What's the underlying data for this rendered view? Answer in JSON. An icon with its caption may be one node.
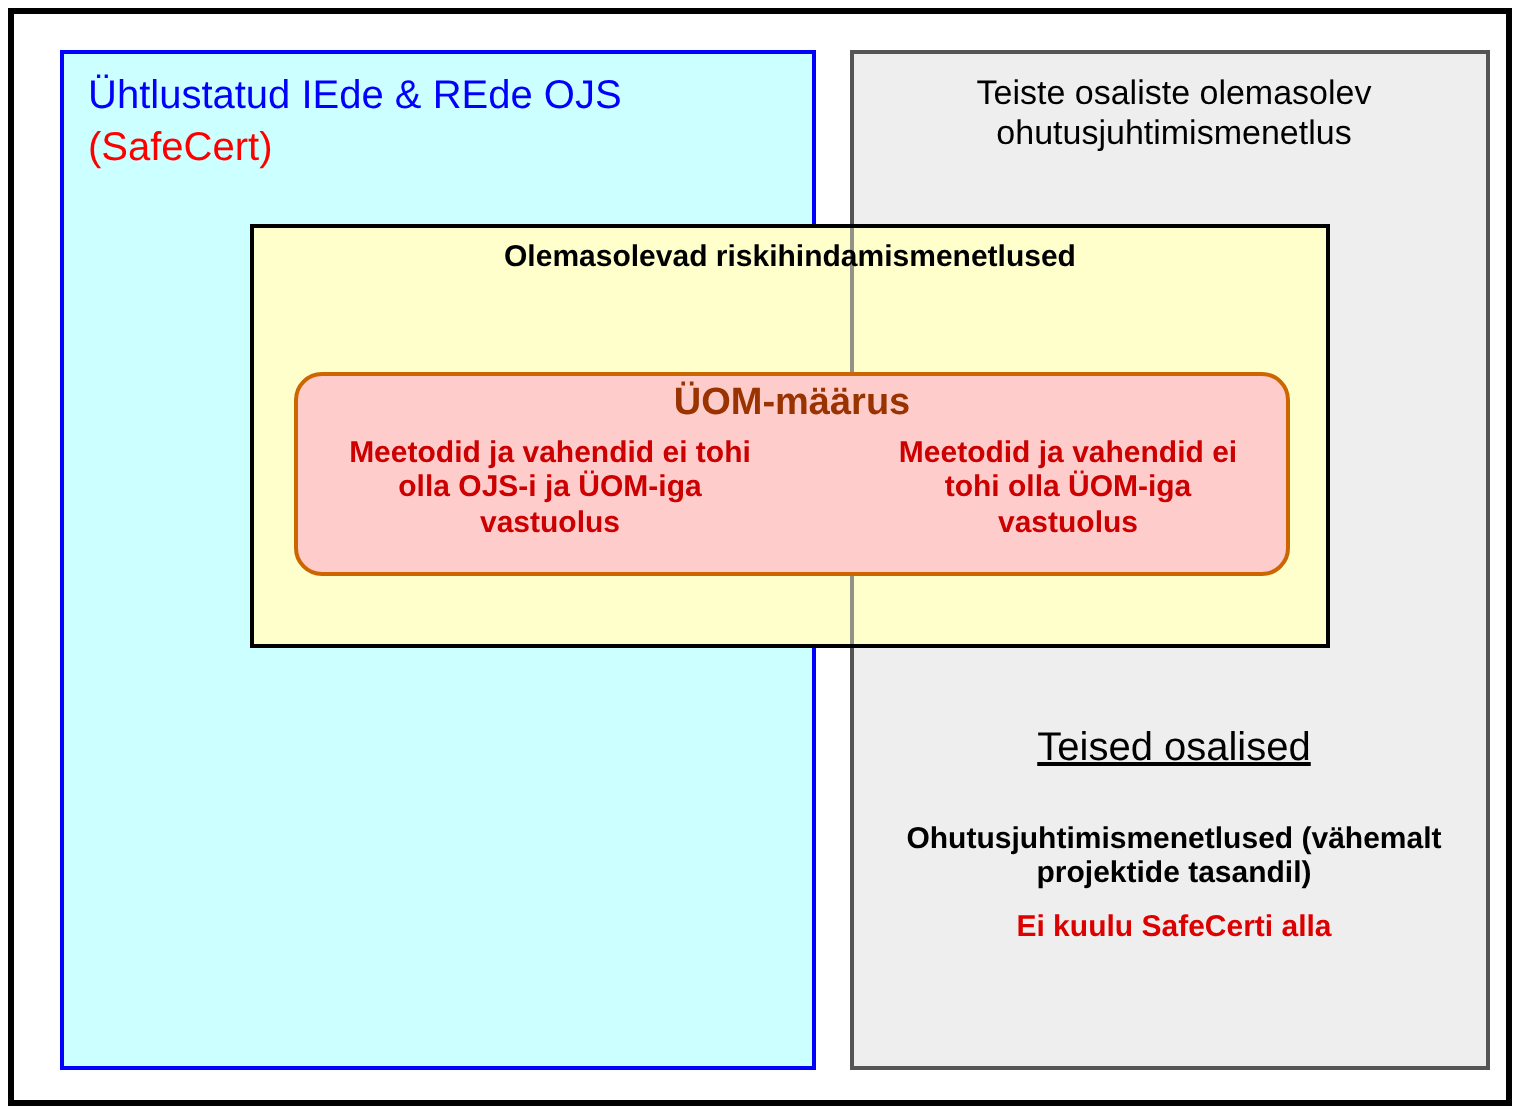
{
  "diagram": {
    "nodes": [
      {
        "text": [
          "Ühtlustatud IEde & REde OJS",
          "(SafeCert)"
        ]
      },
      {
        "text": [
          "Teiste osaliste olemasolev ohutusjuhtimismenetlus",
          "Teised osalised",
          "Ohutusjuhtimismenetlused (vähemalt projektide tasandil)",
          "Ei kuulu SafeCerti alla"
        ]
      },
      {
        "text": [
          "Olemasolevad riskihindamismenetlused"
        ]
      },
      {
        "text": [
          "ÜOM-määrus",
          "Meetodid ja vahendid ei tohi olla OJS-i ja ÜOM-iga vastuolus",
          "Meetodid ja vahendid ei tohi olla ÜOM-iga vastuolus"
        ],
        "in": 2
      }
    ]
  }
}
